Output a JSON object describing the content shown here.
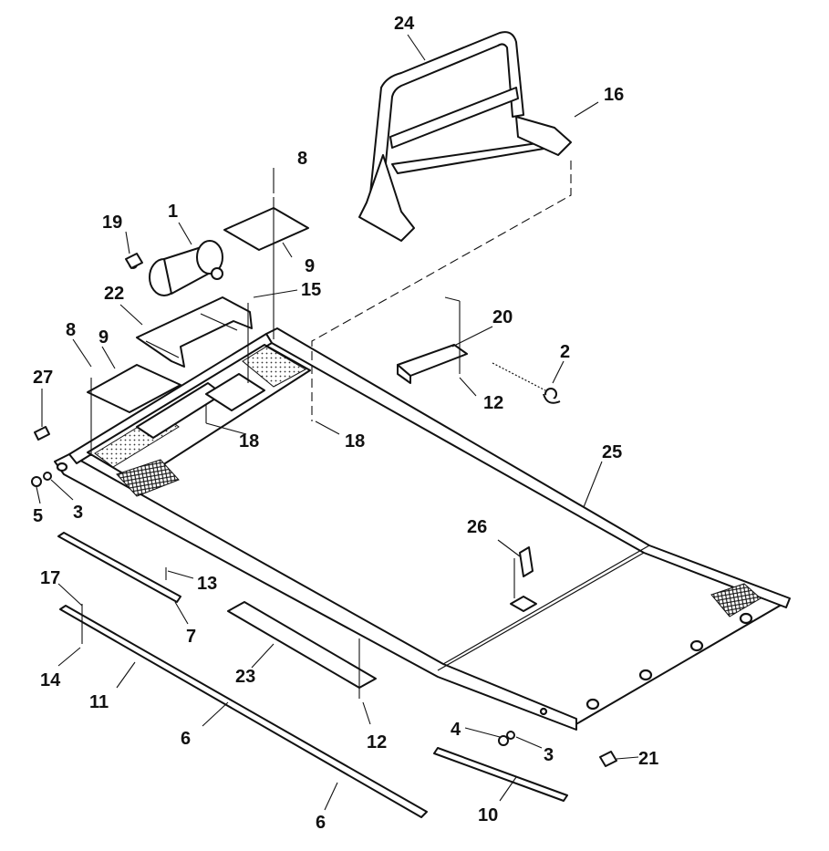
{
  "diagram": {
    "type": "exploded-parts-view",
    "callouts": [
      {
        "id": "c24",
        "text": "24"
      },
      {
        "id": "c16",
        "text": "16"
      },
      {
        "id": "c8a",
        "text": "8"
      },
      {
        "id": "c19",
        "text": "19"
      },
      {
        "id": "c1",
        "text": "1"
      },
      {
        "id": "c9a",
        "text": "9"
      },
      {
        "id": "c22",
        "text": "22"
      },
      {
        "id": "c15",
        "text": "15"
      },
      {
        "id": "c20",
        "text": "20"
      },
      {
        "id": "c2",
        "text": "2"
      },
      {
        "id": "c8b",
        "text": "8"
      },
      {
        "id": "c9b",
        "text": "9"
      },
      {
        "id": "c27",
        "text": "27"
      },
      {
        "id": "c12a",
        "text": "12"
      },
      {
        "id": "c18a",
        "text": "18"
      },
      {
        "id": "c18b",
        "text": "18"
      },
      {
        "id": "c25",
        "text": "25"
      },
      {
        "id": "c5",
        "text": "5"
      },
      {
        "id": "c3a",
        "text": "3"
      },
      {
        "id": "c26",
        "text": "26"
      },
      {
        "id": "c17",
        "text": "17"
      },
      {
        "id": "c13",
        "text": "13"
      },
      {
        "id": "c7",
        "text": "7"
      },
      {
        "id": "c14",
        "text": "14"
      },
      {
        "id": "c11",
        "text": "11"
      },
      {
        "id": "c23",
        "text": "23"
      },
      {
        "id": "c6a",
        "text": "6"
      },
      {
        "id": "c12b",
        "text": "12"
      },
      {
        "id": "c4",
        "text": "4"
      },
      {
        "id": "c3b",
        "text": "3"
      },
      {
        "id": "c21",
        "text": "21"
      },
      {
        "id": "c10",
        "text": "10"
      },
      {
        "id": "c6b",
        "text": "6"
      }
    ]
  }
}
